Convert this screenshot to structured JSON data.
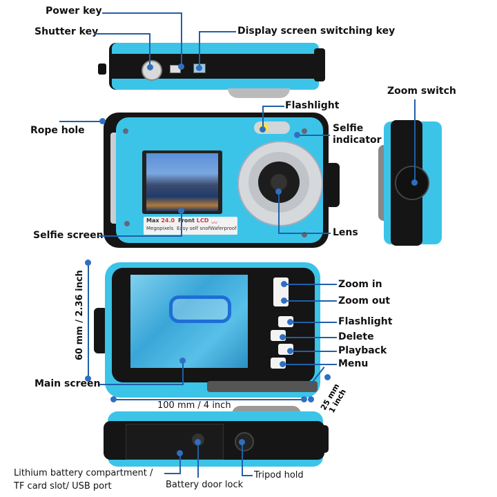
{
  "top_view": {
    "labels": {
      "power_key": "Power key",
      "shutter_key": "Shutter key",
      "display_switch": "Display screen switching key"
    }
  },
  "front_view": {
    "labels": {
      "rope_hole": "Rope hole",
      "flashlight": "Flashlight",
      "selfie_indicator_1": "Selfie",
      "selfie_indicator_2": "indicator",
      "selfie_screen": "Selfie screen",
      "lens": "Lens"
    },
    "badges": {
      "max": "Max",
      "mp_value": "24.0",
      "megapixels": "Megopixels",
      "front": "Front",
      "lcd": "LCD",
      "easy_selfie": "Easy self snof",
      "waterproof": "Waferproof"
    }
  },
  "side_view": {
    "labels": {
      "zoom_switch": "Zoom switch"
    }
  },
  "back_view": {
    "labels": {
      "zoom_in": "Zoom in",
      "zoom_out": "Zoom out",
      "flashlight": "Flashlight",
      "delete": "Delete",
      "playback": "Playback",
      "menu": "Menu",
      "main_screen": "Main screen"
    },
    "dimensions": {
      "height": "60 mm / 2.36 inch",
      "width": "100 mm / 4 inch",
      "depth_mm": "25 mm",
      "depth_in": "1 inch"
    }
  },
  "bottom_view": {
    "labels": {
      "battery_line1": "Lithium battery compartment /",
      "battery_line2": "TF card slot/ USB port",
      "battery_door_lock": "Battery door  lock",
      "tripod_hold": "Tripod hold"
    }
  },
  "colors": {
    "camera_body": "#3bc4e8",
    "leader_line": "#1f5fa8",
    "badge_red": "#d23a3a"
  }
}
